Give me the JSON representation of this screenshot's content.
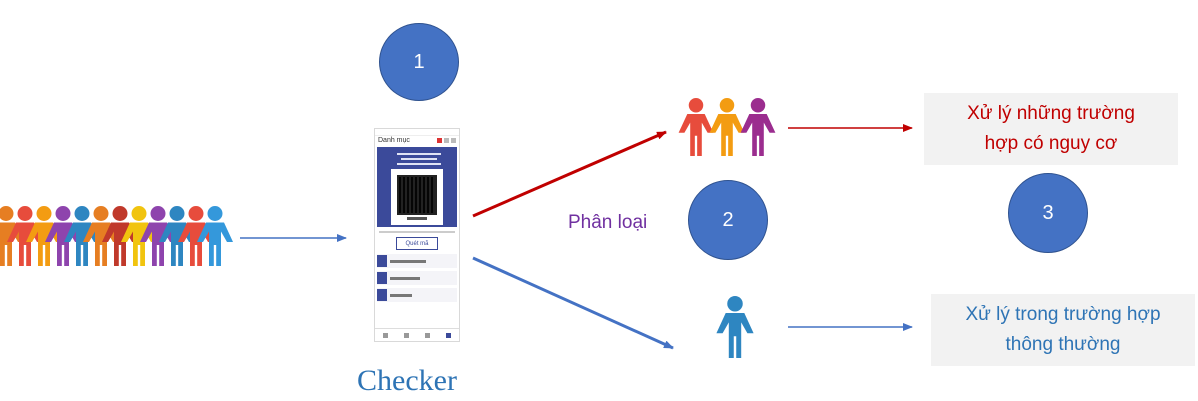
{
  "steps": {
    "step1": "1",
    "step2": "2",
    "step3": "3"
  },
  "labels": {
    "checker": "Checker",
    "classify": "Phân loại"
  },
  "boxes": {
    "risk_line1": "Xử lý những trường",
    "risk_line2": "hợp có nguy cơ",
    "normal_line1": "Xử lý trong trường hợp",
    "normal_line2": "thông thường"
  },
  "phone": {
    "title": "Danh mục",
    "button": "Quét mã"
  },
  "colors": {
    "circle": "#4472c4",
    "risk_arrow": "#c00000",
    "normal_arrow": "#4472c4",
    "classify_text": "#7030a0",
    "checker_text": "#2e74b5",
    "box_bg": "#f2f2f2"
  }
}
